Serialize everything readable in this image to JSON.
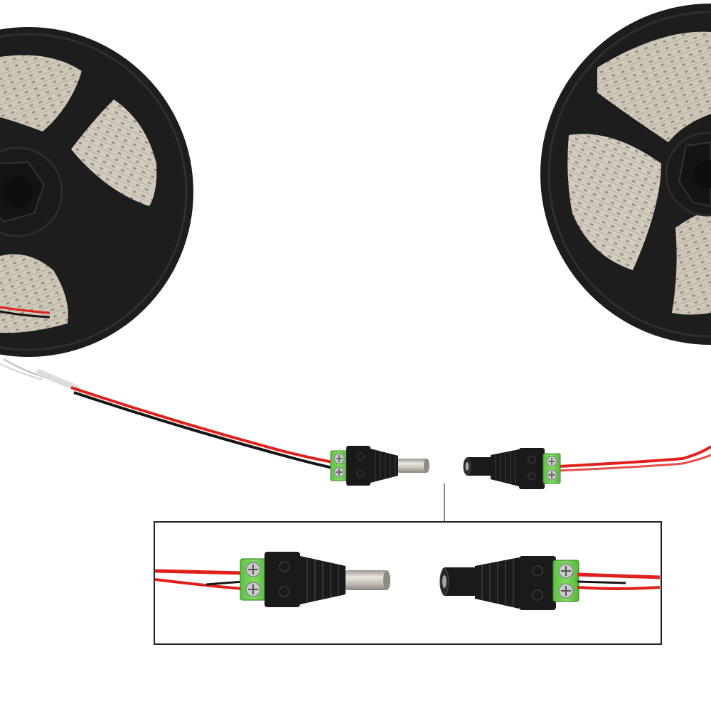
{
  "scene": {
    "background": "#ffffff",
    "subjects": [
      {
        "id": "led-reel-left",
        "kind": "led-strip-reel"
      },
      {
        "id": "led-reel-right",
        "kind": "led-strip-reel"
      },
      {
        "id": "dc-male-connector",
        "kind": "dc-barrel-plug-male",
        "terminal_color": "#6fcf52"
      },
      {
        "id": "dc-female-connector",
        "kind": "dc-barrel-jack-female",
        "terminal_color": "#6fcf52"
      },
      {
        "id": "zoom-inset",
        "kind": "detail-view"
      }
    ]
  },
  "colors": {
    "reel": "#1d1d1d",
    "reel_edge": "#2e2e2e",
    "strip": "#cfc7b8",
    "strip_dark": "#a69e8f",
    "wire_red": "#e0201c",
    "wire_black": "#151515",
    "connector_body": "#1a1a1a",
    "terminal_green": "#6fcf52",
    "screw": "#c9ccc9",
    "metal": "#c8c4bb",
    "inset_border": "#222222"
  }
}
